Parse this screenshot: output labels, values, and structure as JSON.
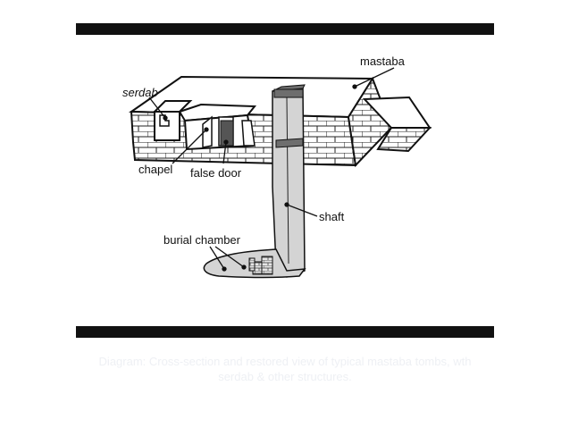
{
  "diagram": {
    "labels": {
      "mastaba": "mastaba",
      "serdab": "serdab",
      "chapel": "chapel",
      "false_door": "false door",
      "shaft": "shaft",
      "burial_chamber": "burial chamber"
    }
  },
  "caption": {
    "line1": "Diagram: Cross-section and restored view of typical mastaba tombs, wth",
    "line2": "serdab & other structures."
  },
  "colors": {
    "frame_bar": "#111111",
    "caption_text": "#eef0f4",
    "shaft_fill": "#d4d4d4",
    "shaft_top": "#6e6e6e"
  }
}
